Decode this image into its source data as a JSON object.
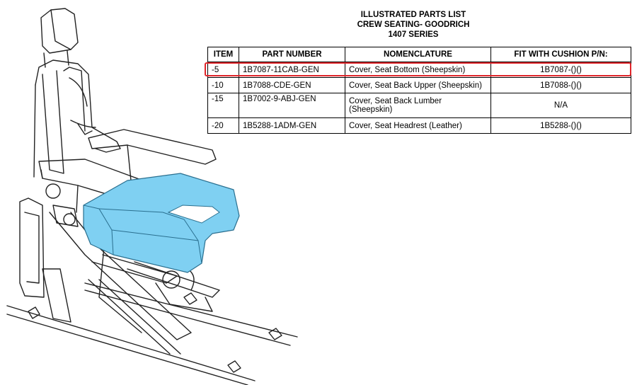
{
  "title": {
    "line1": "ILLUSTRATED PARTS LIST",
    "line2": "CREW SEATING- GOODRICH",
    "line3": "1407  SERIES"
  },
  "table": {
    "headers": [
      "ITEM",
      "PART NUMBER",
      "NOMENCLATURE",
      "FIT WITH CUSHION P/N:"
    ],
    "rows": [
      {
        "item": "-5",
        "part_number": "1B7087-11CAB-GEN",
        "nomenclature": "Cover, Seat Bottom (Sheepskin)",
        "fit": "1B7087-()()",
        "highlighted": true
      },
      {
        "item": "-10",
        "part_number": "1B7088-CDE-GEN",
        "nomenclature": "Cover, Seat Back Upper (Sheepskin)",
        "fit": "1B7088-()()",
        "highlighted": false
      },
      {
        "item": "-15",
        "part_number": "1B7002-9-ABJ-GEN",
        "nomenclature": "Cover, Seat Back Lumber (Sheepskin)",
        "fit": "N/A",
        "highlighted": false
      },
      {
        "item": "-20",
        "part_number": "1B5288-1ADM-GEN",
        "nomenclature": "Cover, Seat Headrest (Leather)",
        "fit": "1B5288-()()",
        "highlighted": false
      }
    ]
  },
  "colors": {
    "cushion_fill": "#7fd0f2",
    "highlight_border": "#e0252a",
    "line_art": "#222222"
  }
}
